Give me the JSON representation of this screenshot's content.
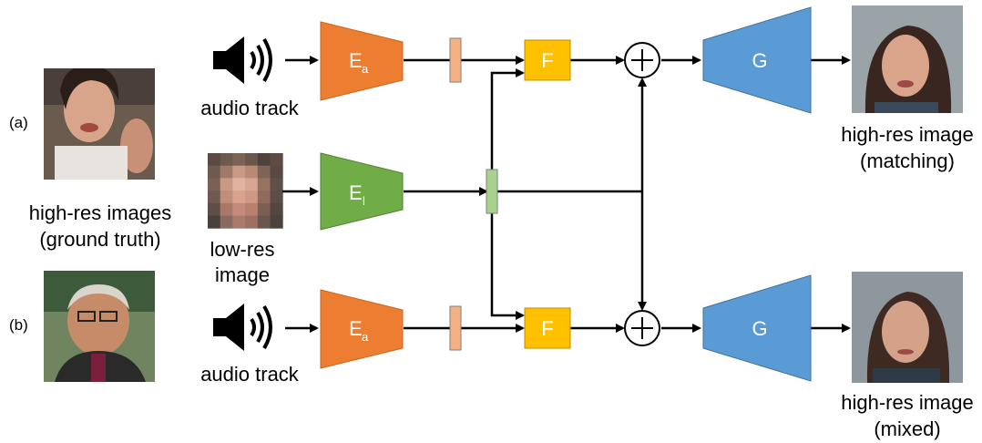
{
  "labels": {
    "a": "(a)",
    "b": "(b)",
    "ground_truth": [
      "high-res images",
      "(ground truth)"
    ],
    "low_res": [
      "low-res",
      "image"
    ],
    "audio_top": "audio track",
    "audio_bottom": "audio track",
    "out_matching": [
      "high-res image",
      "(matching)"
    ],
    "out_mixed": [
      "high-res image",
      "(mixed)"
    ]
  },
  "blocks": {
    "audio_encoder": {
      "main": "E",
      "sub": "a"
    },
    "image_encoder": {
      "main": "E",
      "sub": "l"
    },
    "fusion": "F",
    "generator": "G",
    "sum": "+"
  },
  "colors": {
    "audio_encoder": "#ED7D31",
    "image_encoder": "#70AD47",
    "fusion": "#FFC000",
    "generator": "#5B9BD5",
    "audio_feature": "#F4B183",
    "image_feature": "#A9D18E"
  },
  "icons": [
    "speaker-icon",
    "face-photo",
    "pixelated-face-photo"
  ]
}
